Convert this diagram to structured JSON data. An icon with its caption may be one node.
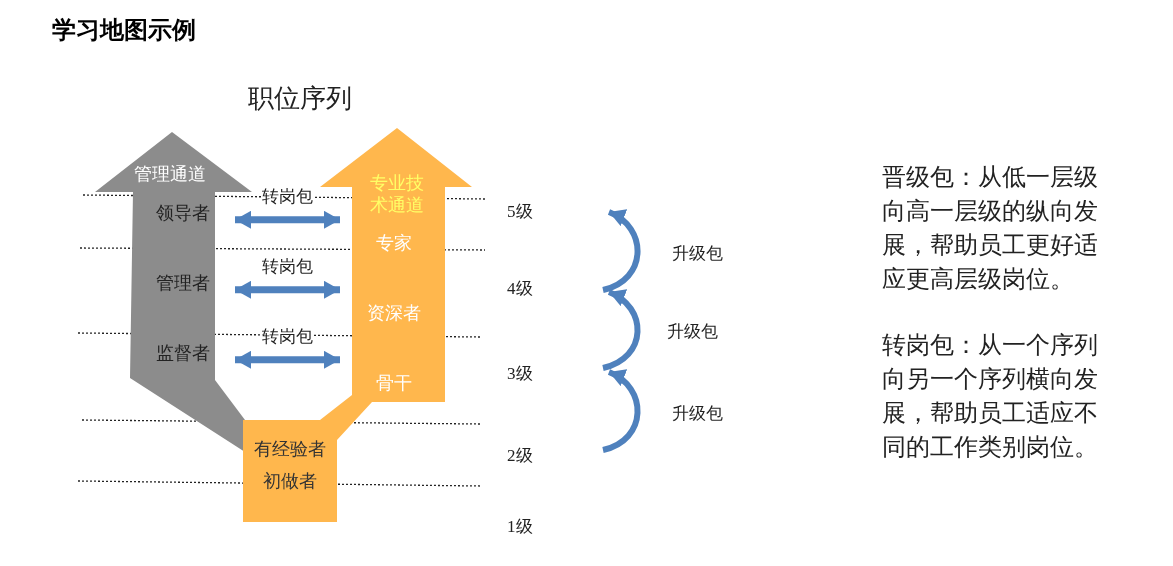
{
  "diagram": {
    "title": "学习地图示例",
    "nodes": [
      {
        "text": [
          "管理通道"
        ]
      },
      {
        "text": [
          "领导者"
        ],
        "in": 0
      },
      {
        "text": [
          "管理者"
        ],
        "in": 0
      },
      {
        "text": [
          "监督者"
        ],
        "in": 0
      },
      {
        "text": [
          "专业技术通道"
        ]
      },
      {
        "text": [
          "专家"
        ],
        "in": 4
      },
      {
        "text": [
          "资深者"
        ],
        "in": 4
      },
      {
        "text": [
          "骨干"
        ],
        "in": 4
      },
      {
        "text": [
          "有经验者",
          "初做者"
        ]
      }
    ],
    "edges": [
      {
        "from": 1,
        "to": 5,
        "arrow": "both",
        "label": "转岗包"
      },
      {
        "from": 2,
        "to": 6,
        "arrow": "both",
        "label": "转岗包"
      },
      {
        "from": 3,
        "to": 7,
        "arrow": "both",
        "label": "转岗包"
      }
    ],
    "labels": [
      "职位序列",
      "5级",
      "升级包",
      "4级",
      "升级包",
      "3级",
      "升级包",
      "2级",
      "1级",
      "晋级包：从低一层级向高一层级的纵向发展，帮助员工更好适应更高层级岗位。",
      "转岗包：从一个序列向另一个序列横向发展，帮助员工适应不同的工作类别岗位。"
    ]
  }
}
